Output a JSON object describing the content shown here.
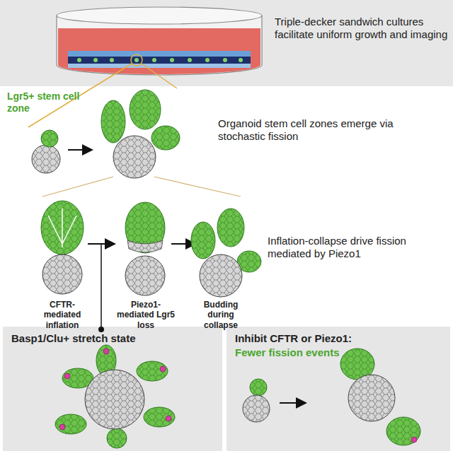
{
  "diagram": {
    "nodes": [
      {
        "text": [
          "Triple-decker sandwich cultures facilitate uniform growth and imaging"
        ]
      },
      {
        "text": [
          "Basp1/Clu+ stretch state"
        ]
      },
      {
        "text": [
          "Inhibit CFTR or Piezo1:",
          "Fewer fission events"
        ]
      }
    ],
    "labels": [
      "Lgr5+ stem cell zone",
      "Organoid stem cell zones emerge via stochastic fission",
      "CFTR-mediated inflation",
      "Piezo1-mediated Lgr5 loss",
      "Budding during collapse",
      "Inflation-collapse drive fission mediated by Piezo1"
    ]
  }
}
